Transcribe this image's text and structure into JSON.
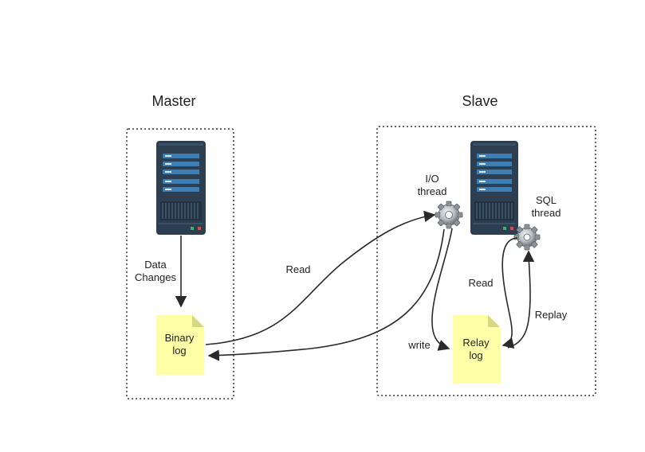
{
  "master": {
    "title": "Master",
    "data_changes_label": "Data\nChanges",
    "binary_log_label": "Binary\nlog"
  },
  "slave": {
    "title": "Slave",
    "io_thread_label": "I/O\nthread",
    "sql_thread_label": "SQL\nthread",
    "relay_log_label": "Relay\nlog"
  },
  "edges": {
    "io_read_label": "Read",
    "write_label": "write",
    "sql_read_label": "Read",
    "replay_label": "Replay"
  },
  "colors": {
    "server_body": "#2c3e4f",
    "server_slot": "#3d7fb5",
    "server_slot_line": "#dfe8ee",
    "server_led_green": "#3bb36b",
    "server_led_red": "#e04a4a",
    "doc_fill": "#ffffa8",
    "doc_fold": "#d8d884",
    "arrow": "#2a2a2a",
    "border": "#333333"
  },
  "icons": {
    "server": "server-icon",
    "gear": "gear-icon",
    "document": "document-icon"
  }
}
